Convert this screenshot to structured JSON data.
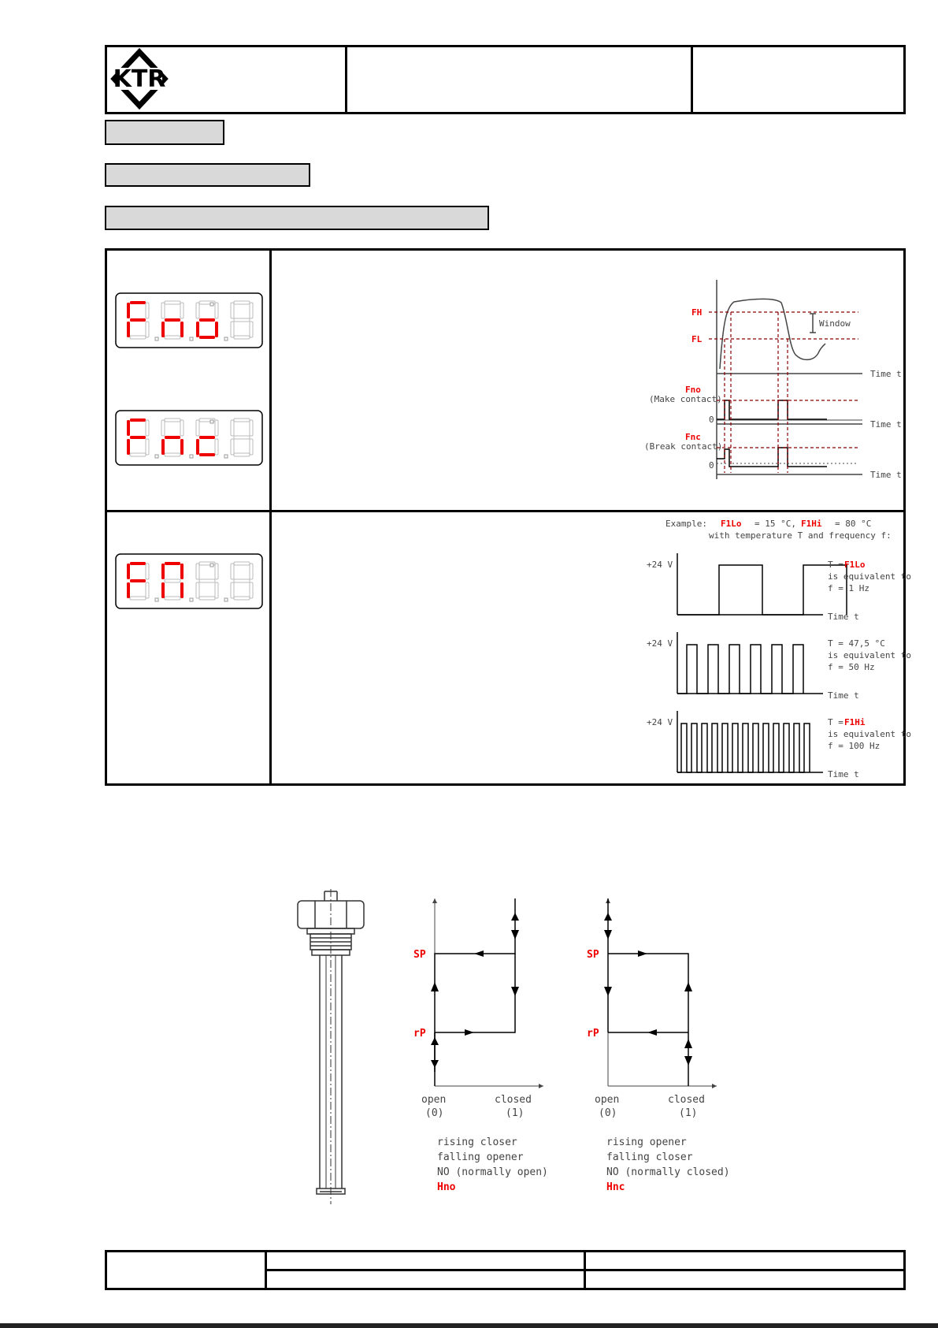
{
  "header": {
    "logo_text": "KTR"
  },
  "displays": {
    "fno": [
      "F",
      "n",
      "o"
    ],
    "fnc": [
      "F",
      "n",
      "c"
    ],
    "fm": [
      "F",
      "M"
    ]
  },
  "window_diagram": {
    "fh": "FH",
    "fl": "FL",
    "window": "Window",
    "time": "Time t",
    "fno": "Fno",
    "make": "(Make contact)",
    "fnc": "Fnc",
    "break": "(Break contact)",
    "zero": "0"
  },
  "freq_diagram": {
    "example_prefix": "Example:",
    "filo": "F1Lo",
    "eq15": "= 15 °C,",
    "fihi": "F1Hi",
    "eq80": "= 80 °C",
    "with_line": "with temperature T and frequency f:",
    "v24": "+24 V",
    "time": "Time t",
    "t_eq": "T =",
    "t_475": "T = 47,5 °C",
    "equiv": "is equivalent to",
    "f1": "f = 1 Hz",
    "f50": "f = 50 Hz",
    "f100": "f = 100 Hz"
  },
  "switch_diagrams": {
    "sp": "SP",
    "rp": "rP",
    "open": "open",
    "closed": "closed",
    "zero": "(0)",
    "one": "(1)",
    "left": {
      "l1": "rising closer",
      "l2": "falling opener",
      "l3": "NO (normally open)",
      "code": "Hno"
    },
    "right": {
      "l1": "rising opener",
      "l2": "falling closer",
      "l3": "NO (normally closed)",
      "code": "Hnc"
    }
  },
  "colors": {
    "accent_red": "#ee0000",
    "bar_gray": "#d9d9d9"
  }
}
